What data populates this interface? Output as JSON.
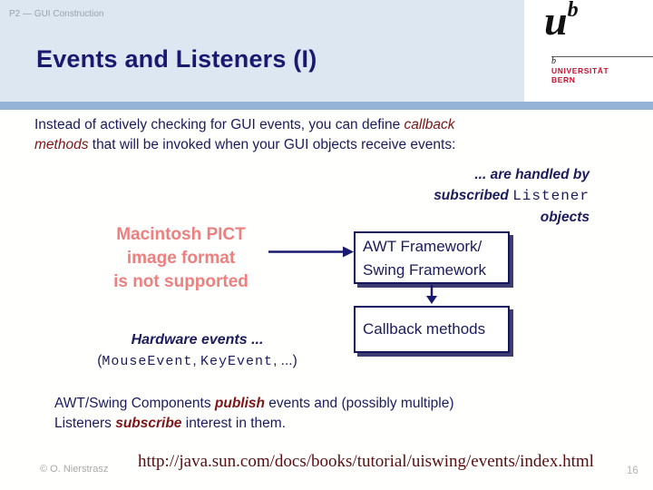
{
  "header": {
    "eyebrow": "P2 — GUI Construction",
    "title": "Events and Listeners (I)"
  },
  "logo": {
    "u": "u",
    "b": "b",
    "mark": "b",
    "name_line1": "UNIVERSITÄT",
    "name_line2": "BERN"
  },
  "intro": {
    "line1": [
      {
        "t": "Instead of actively checking for GUI events, you can define "
      },
      {
        "t": "callback"
      }
    ],
    "line2": [
      {
        "t": "methods"
      },
      {
        "t": " that will be invoked when your GUI objects receive events:"
      }
    ]
  },
  "handled_by": {
    "line1": "... are handled by",
    "line2_plain": "subscribed ",
    "line2_mono": "Listener",
    "line3": "objects"
  },
  "pict_placeholder": {
    "line1": "Macintosh PICT",
    "line2": "image format",
    "line3": "is not supported"
  },
  "diagram": {
    "awt_box": {
      "line1": "AWT Framework/",
      "line2": "Swing Framework"
    },
    "callback_box": {
      "label": "Callback methods"
    }
  },
  "hardware": {
    "line1": "Hardware events ...",
    "line2": [
      {
        "t": "("
      },
      {
        "t": "MouseEvent"
      },
      {
        "t": ", "
      },
      {
        "t": "KeyEvent"
      },
      {
        "t": ", ...)"
      }
    ]
  },
  "summary": {
    "line1": [
      {
        "t": "AWT/Swing Components "
      },
      {
        "t": "publish"
      },
      {
        "t": " events and (possibly multiple)"
      }
    ],
    "line2": [
      {
        "t": "Listeners "
      },
      {
        "t": "subscribe"
      },
      {
        "t": " interest in them."
      }
    ]
  },
  "footer": {
    "copyright": "© O. Nierstrasz",
    "url": "http://java.sun.com/docs/books/tutorial/uiswing/events/index.html",
    "page_number": "16"
  },
  "colors": {
    "header_bg": "#dde7f2",
    "divider_band": "#95b3d7",
    "title_navy": "#191970",
    "body_navy": "#1b1b5e",
    "emphasis_maroon": "#7d1517",
    "pict_pink": "#ee7f7f",
    "logo_red": "#c80f2e",
    "url_maroon": "#5a0e10",
    "footer_gray": "#a9a9a9"
  }
}
